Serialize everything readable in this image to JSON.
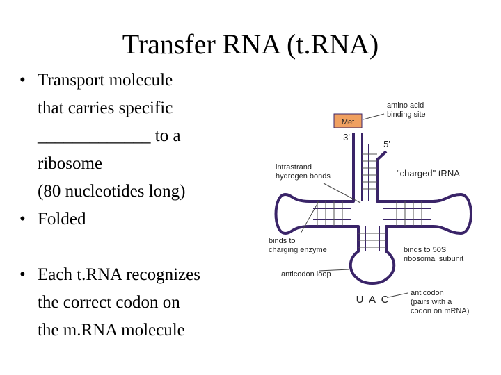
{
  "slide": {
    "title": "Transfer RNA (t.RNA)",
    "bullet_glyph": "•",
    "bullets": [
      {
        "lines": [
          "Transport molecule",
          "that carries specific",
          "_____________ to a",
          "ribosome",
          "(80 nucleotides long)"
        ]
      },
      {
        "lines": [
          "Folded"
        ]
      },
      {
        "lines": [
          "Each t.RNA recognizes",
          "the correct codon on",
          "the m.RNA molecule"
        ]
      }
    ]
  },
  "diagram": {
    "amino_acid_box": "Met",
    "end_3": "3'",
    "end_5": "5'",
    "anticodon_bases": [
      "U",
      "A",
      "C"
    ],
    "labels": {
      "amino_acid_1": "amino acid",
      "amino_acid_2": "binding site",
      "intrastrand_1": "intrastrand",
      "intrastrand_2": "hydrogen bonds",
      "charged": "\"charged\" tRNA",
      "charging_1": "binds to",
      "charging_2": "charging enzyme",
      "ribosomal_1": "binds to 50S",
      "ribosomal_2": "ribosomal subunit",
      "anticodon_loop": "anticodon loop",
      "anticodon_1": "anticodon",
      "anticodon_2": "(pairs with a",
      "anticodon_3": "codon on mRNA)"
    },
    "colors": {
      "strand": "#3a2468",
      "met_box": "#f0a060",
      "rungs": "#555555"
    }
  }
}
